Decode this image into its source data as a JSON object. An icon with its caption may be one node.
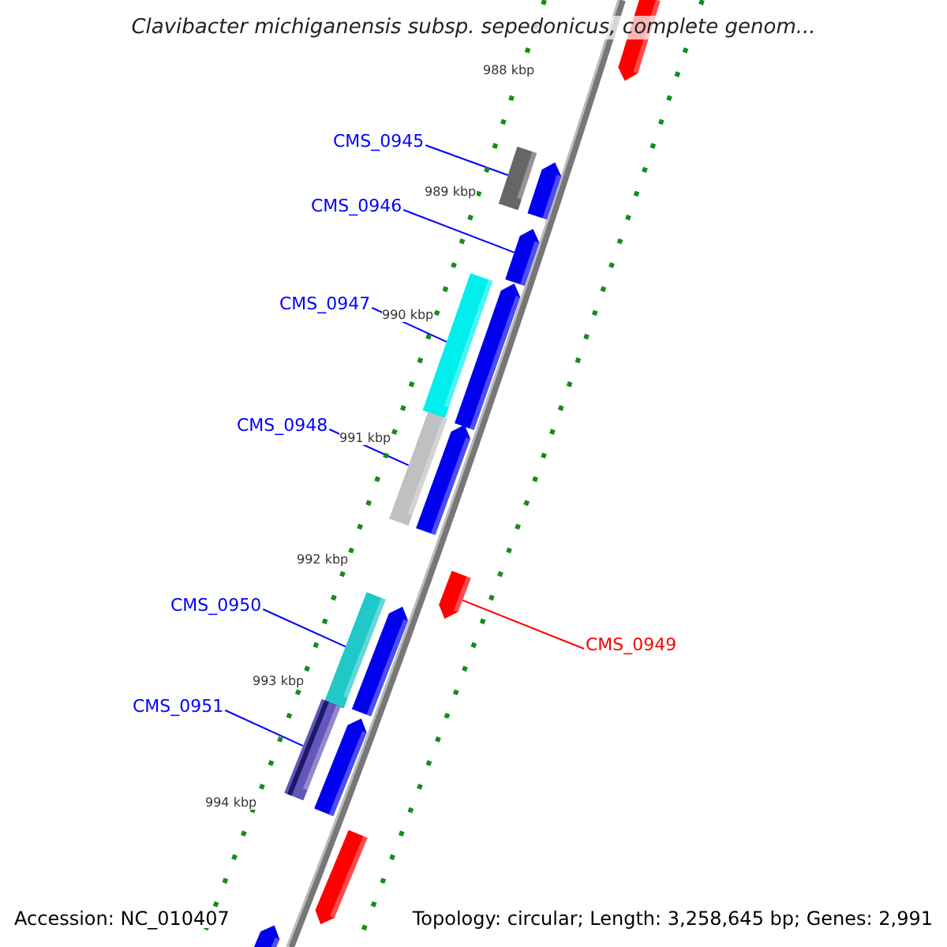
{
  "diagram": {
    "title": "Clavibacter michiganensis subsp. sepedonicus, complete genom...",
    "nodes": [
      {
        "text": [
          "CMS_0945"
        ]
      },
      {
        "text": [
          "CMS_0946"
        ]
      },
      {
        "text": [
          "CMS_0947"
        ]
      },
      {
        "text": [
          "CMS_0948"
        ]
      },
      {
        "text": [
          "CMS_0950"
        ]
      },
      {
        "text": [
          "CMS_0951"
        ]
      },
      {
        "text": [
          "CMS_0949"
        ]
      },
      {
        "text": [],
        "shape": "arrow"
      },
      {
        "text": [],
        "shape": "bar"
      },
      {
        "text": [],
        "shape": "arrow"
      },
      {
        "text": [],
        "shape": "arrow"
      },
      {
        "text": [],
        "shape": "bar"
      },
      {
        "text": [],
        "shape": "arrow"
      },
      {
        "text": [],
        "shape": "bar"
      },
      {
        "text": [],
        "shape": "arrow"
      },
      {
        "text": [],
        "shape": "arrow"
      },
      {
        "text": [],
        "shape": "bar"
      },
      {
        "text": [],
        "shape": "arrow"
      },
      {
        "text": [],
        "shape": "bar"
      },
      {
        "text": [],
        "shape": "arrow"
      },
      {
        "text": [],
        "shape": "arrow"
      },
      {
        "text": [],
        "shape": "arrow"
      }
    ],
    "edges": [
      {
        "from": 0,
        "to": 8,
        "arrow": "none"
      },
      {
        "from": 1,
        "to": 10,
        "arrow": "none"
      },
      {
        "from": 2,
        "to": 11,
        "arrow": "none"
      },
      {
        "from": 3,
        "to": 13,
        "arrow": "none"
      },
      {
        "from": 4,
        "to": 16,
        "arrow": "none"
      },
      {
        "from": 5,
        "to": 18,
        "arrow": "none"
      },
      {
        "from": 6,
        "to": 15,
        "arrow": "none",
        "color": "#ff0000"
      }
    ],
    "labels": [
      "988 kbp",
      "989 kbp",
      "990 kbp",
      "991 kbp",
      "992 kbp",
      "993 kbp",
      "994 kbp",
      "Accession: NC_010407",
      "Topology: circular; Length: 3,258,645 bp; Genes: 2,991"
    ]
  }
}
